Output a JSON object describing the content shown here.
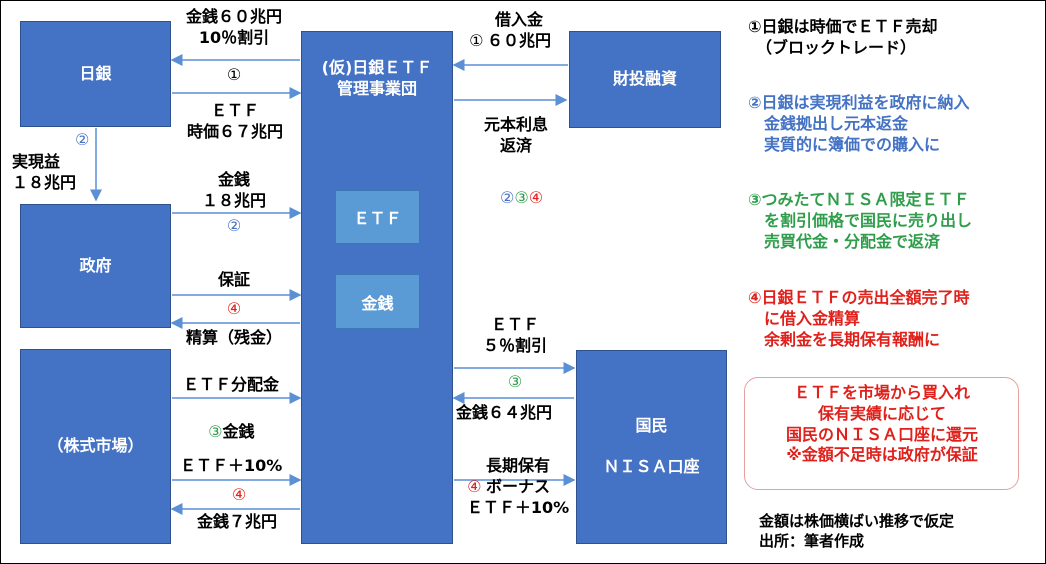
{
  "boxes": {
    "boj": "日銀",
    "gov": "政府",
    "market": "（株式市場）",
    "center": "(仮)日銀ＥＴＦ\n管理事業団",
    "etf_inner": "ＥＴＦ",
    "cash_inner": "金銭",
    "fiscal": "財投融資",
    "public": "国民\n\nＮＩＳＡ口座"
  },
  "labels": {
    "boj_cash": "金銭６０兆円\n10％割引",
    "boj_circ": "①",
    "boj_etf": "ＥＴＦ\n時価６７兆円",
    "boj_gov_circ": "②",
    "boj_gov_profit": "実現益\n１８兆円",
    "gov_cash": "金銭\n１８兆円",
    "gov_cash_circ": "②",
    "gov_guarantee": "保証",
    "gov_circ4": "④",
    "gov_settle": "精算（残金）",
    "mkt_etf_div": "ＥＴＦ分配金",
    "mkt_circ3": "③",
    "mkt_cash": "金銭",
    "mkt_etf10": "ＥＴＦ＋10%",
    "mkt_circ4": "④",
    "mkt_cash7": "金銭７兆円",
    "fiscal_borrow_circ": "①",
    "fiscal_borrow": "借入金\n６０兆円",
    "fiscal_repay": "元本利息\n返済",
    "fiscal_c2": "②",
    "fiscal_c3": "③",
    "fiscal_c4": "④",
    "pub_etf": "ＥＴＦ\n５％割引",
    "pub_circ3": "③",
    "pub_cash": "金銭６４兆円",
    "pub_circ4": "④",
    "pub_bonus": "長期保有\nボーナス\nＥＴＦ＋10%"
  },
  "notes": {
    "n1": "①日銀は時価でＥＴＦ売却\n　（ブロックトレード）",
    "n2": "②日銀は実現利益を政府に納入\n　金銭拠出し元本返金\n　実質的に簿価での購入に",
    "n3": "③つみたてＮＩＳＡ限定ＥＴＦ\n　を割引価格で国民に売り出し\n　売買代金・分配金で返済",
    "n4": "④日銀ＥＴＦの売出全額完了時\n　に借入金精算\n　余剰金を長期保有報酬に",
    "callout": "ＥＴＦを市場から買入れ\n保有実績に応じて\n国民のＮＩＳＡ口座に還元\n※金額不足時は政府が保証",
    "footer": "金額は株価横ばい推移で仮定\n出所：筆者作成"
  },
  "colors": {
    "box": "#4472c4",
    "inner": "#5b9bd5",
    "blue": "#4472c4",
    "green": "#2e9e4a",
    "red": "#e0201b",
    "arrow": "#5b8fd6"
  }
}
